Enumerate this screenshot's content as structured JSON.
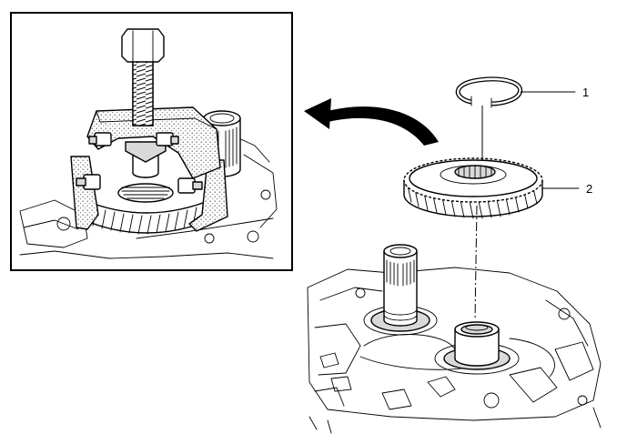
{
  "callouts": [
    {
      "number": "1",
      "part": "snap ring"
    },
    {
      "number": "2",
      "part": "gear"
    }
  ],
  "icons": {
    "inset": "gear-puller-icon",
    "arrow": "curved-arrow-icon",
    "housing": "transmission-housing-icon"
  }
}
